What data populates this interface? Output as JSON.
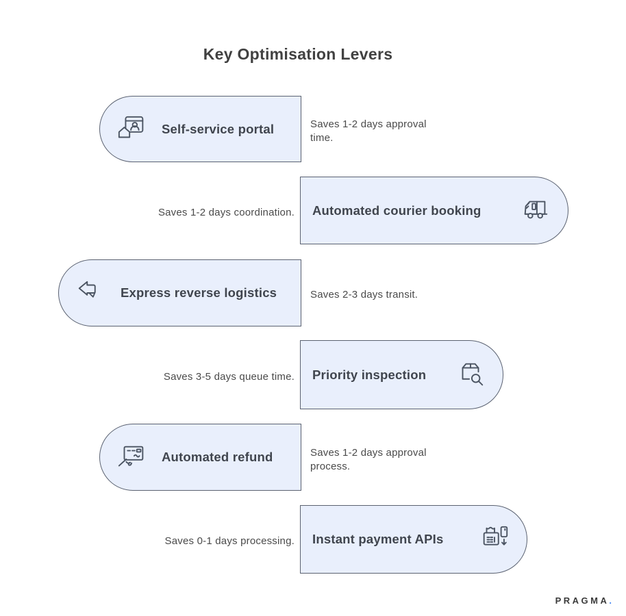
{
  "title": "Key Optimisation Levers",
  "brand": {
    "name": "PRAGMA",
    "dot": ".",
    "dot_color": "#4285f4"
  },
  "colors": {
    "card_fill": "#e9effc",
    "card_border": "#5a6170",
    "heading_text": "#414141",
    "body_text": "#4a4a4a",
    "icon_stroke": "#4b5462"
  },
  "levers": [
    {
      "label": "Self-service portal",
      "benefit": "Saves 1-2 days approval time.",
      "icon": "portal-user-icon",
      "side": "left"
    },
    {
      "label": "Automated courier booking",
      "benefit": "Saves 1-2 days coordination.",
      "icon": "courier-truck-icon",
      "side": "right"
    },
    {
      "label": "Express reverse logistics",
      "benefit": "Saves 2-3 days transit.",
      "icon": "return-arrow-icon",
      "side": "left"
    },
    {
      "label": "Priority inspection",
      "benefit": "Saves 3-5 days queue time.",
      "icon": "package-search-icon",
      "side": "right"
    },
    {
      "label": "Automated refund",
      "benefit": "Saves 1-2 days approval process.",
      "icon": "refund-cheque-icon",
      "side": "left"
    },
    {
      "label": "Instant payment APIs",
      "benefit": "Saves 0-1 days processing.",
      "icon": "payment-terminal-icon",
      "side": "right"
    }
  ]
}
